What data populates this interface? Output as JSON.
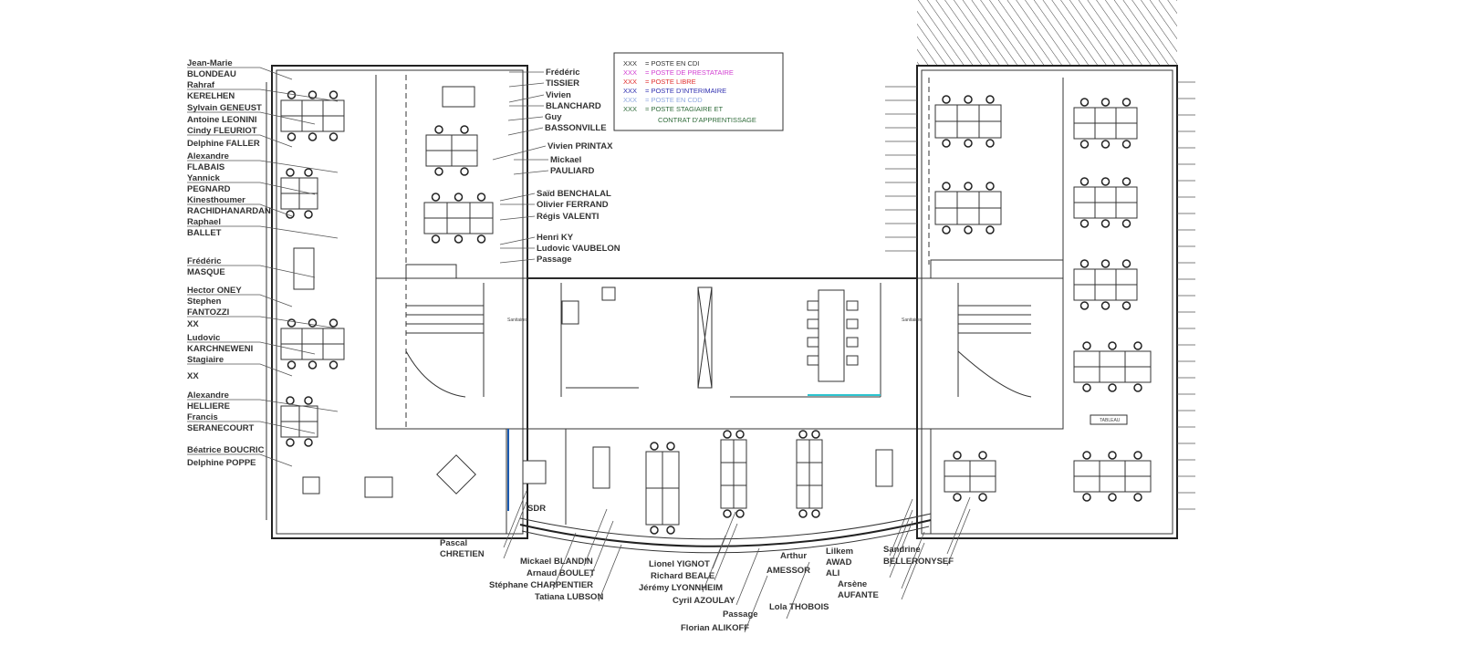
{
  "legend": {
    "items": [
      {
        "code": "XXX",
        "label": "= POSTE EN CDI",
        "color": "#333333"
      },
      {
        "code": "XXX",
        "label": "= POSTE DE PRESTATAIRE",
        "color": "#d23fd2"
      },
      {
        "code": "XXX",
        "label": "= POSTE LIBRE",
        "color": "#e03030"
      },
      {
        "code": "XXX",
        "label": "= POSTE D'INTERIMAIRE",
        "color": "#3030b0"
      },
      {
        "code": "XXX",
        "label": "= POSTE EN CDD",
        "color": "#8fa8e0"
      },
      {
        "code": "XXX",
        "label": "= POSTE STAGIAIRE ET",
        "color": "#2f6b3a"
      }
    ],
    "continuation": "CONTRAT D'APPRENTISSAGE"
  },
  "rooms": {
    "sdr": "SDR",
    "sanitaires_left": "Sanitaires",
    "sanitaires_right": "Sanitaires",
    "tableau": "TABLEAU"
  },
  "colors": {
    "cdi": "#333333",
    "prestataire": "#d23fd2",
    "stagiaire": "#4a9a4a"
  },
  "labels_left": [
    "Jean-Marie",
    "BLONDEAU",
    "Rahraf",
    "KERELHEN",
    "Sylvain GENEUST",
    "Antoine LEONINI",
    "Cindy FLEURIOT",
    "Delphine FALLER",
    "Alexandre",
    "FLABAIS",
    "Yannick",
    "PEGNARD",
    "Kinesthoumer",
    "RACHIDHANARDAN",
    "Raphael",
    "BALLET",
    "Frédéric",
    "MASQUE",
    "Hector ONEY",
    "Stephen",
    "FANTOZZI",
    "XX",
    "Ludovic",
    "KARCHNEWENI",
    "Stagiaire",
    "XX",
    "Alexandre",
    "HELLIERE",
    "Francis",
    "SERANECOURT",
    "Béatrice BOUCRIC",
    "Delphine POPPE"
  ],
  "labels_center": [
    "Frédéric",
    "TISSIER",
    "Vivien",
    "BLANCHARD",
    "Guy",
    "BASSONVILLE",
    "Mickael",
    "PAULIARD",
    "Saïd BENCHALAL",
    "Olivier FERRAND",
    "Régis VALENTI",
    "Henri KY",
    "Ludovic VAUBELON",
    "Passage"
  ],
  "label_green": "Vivien PRINTAX",
  "labels_bottom": [
    "Pascal",
    "CHRETIEN",
    "Mickael BLANDIN",
    "Arnaud BOULET",
    "Stéphane CHARPENTIER",
    "Tatiana LUBSON",
    "Lionel YIGNOT",
    "Richard BEALE",
    "Jérémy LYONNHEIM",
    "Cyril AZOULAY",
    "Passage",
    "Florian ALIKOFF",
    "Lilkem",
    "AWAD",
    "ALI",
    "Arsène",
    "AUFANTE",
    "Sandrine",
    "BELLERONYSEF"
  ],
  "labels_magenta": [
    "Arthur",
    "AMESSOR",
    "Lola THOBOIS"
  ]
}
